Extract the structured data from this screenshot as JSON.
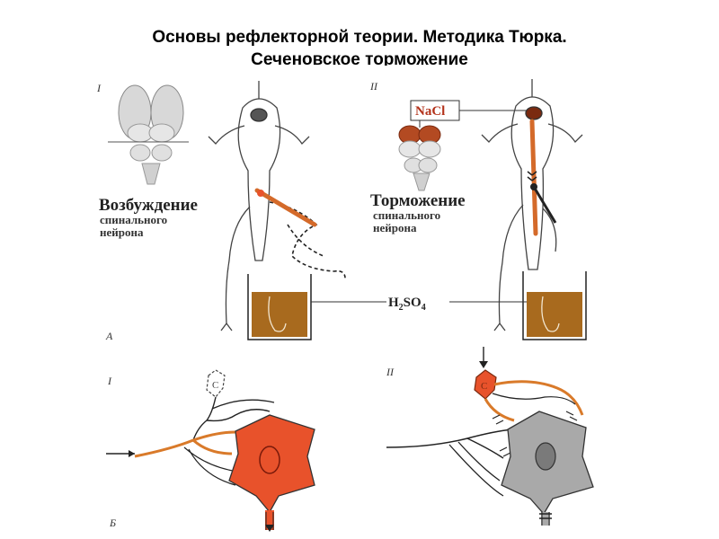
{
  "slide": {
    "title_line1": "Основы  рефлекторной теории. Методика Тюрка.",
    "title_line2": "Сеченовское торможение"
  },
  "figure": {
    "panel_labels": {
      "a": "А",
      "b": "Б"
    },
    "roman": {
      "left_top": "I",
      "right_top": "II",
      "left_bottom": "I",
      "right_bottom": "II"
    },
    "left_caption": {
      "main": "Возбуждение",
      "line2": "спинального",
      "line3": "нейрона"
    },
    "right_caption": {
      "main": "Торможение",
      "line2": "спинального",
      "line3": "нейрона"
    },
    "nacl_label": "NaCl",
    "acid_label": {
      "h": "H",
      "h_sub": "2",
      "so": "SO",
      "o_sub": "4"
    },
    "center_cell_letter": "C"
  },
  "colors": {
    "accent_red": "#e8522b",
    "orange": "#d97a2a",
    "acid": "#a86a1e",
    "gray_cell": "#a9a9a9"
  }
}
